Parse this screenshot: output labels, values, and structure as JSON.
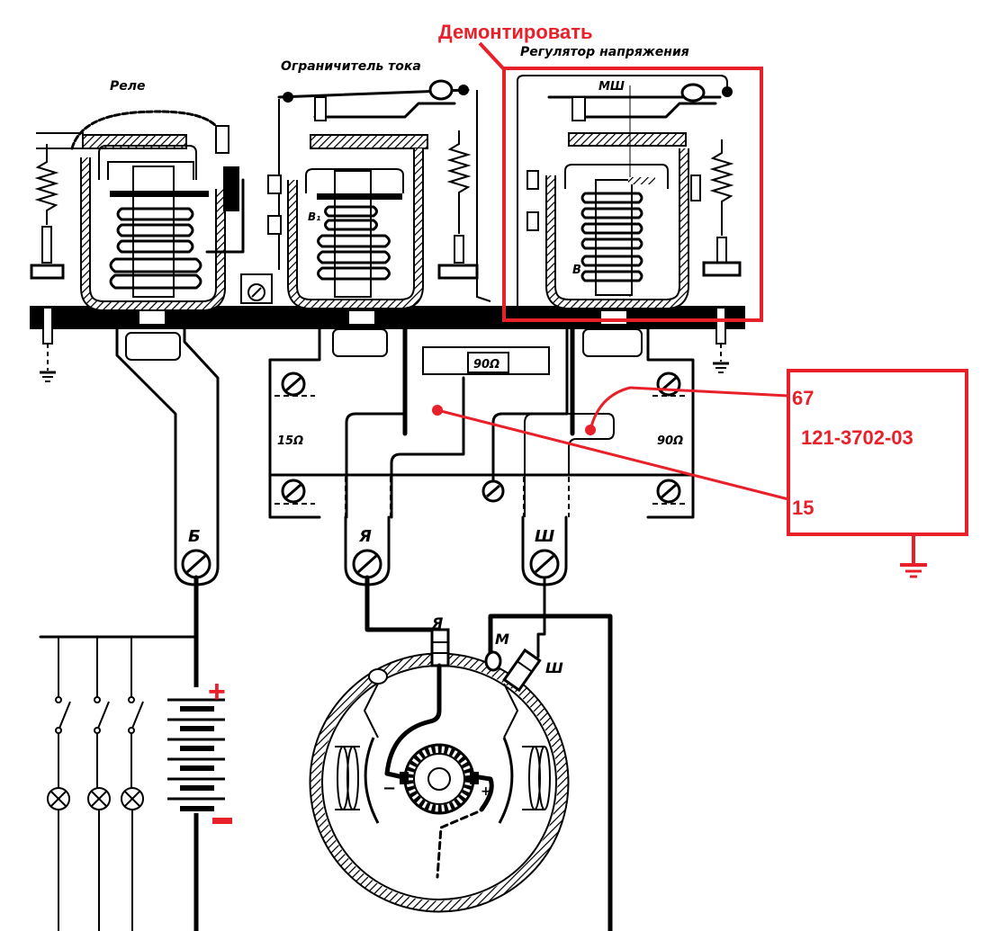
{
  "annotations": {
    "remove_label": "Демонтировать",
    "regulator_module": {
      "part_number": "121-3702-03",
      "pin_top": "67",
      "pin_bottom": "15"
    },
    "battery_plus": "+",
    "battery_minus": "−",
    "color": "#e8202a"
  },
  "components": {
    "relay_label": "Реле",
    "current_limiter_label": "Ограничитель тока",
    "voltage_regulator_label": "Регулятор напряжения",
    "regulator_contact_label": "МШ",
    "regulator_coil_label": "В",
    "limiter_coil_label": "В₁"
  },
  "resistors": {
    "left": "15Ω",
    "top": "90Ω",
    "right": "90Ω"
  },
  "terminals": {
    "battery": "Б",
    "armature": "Я",
    "shunt": "Ш"
  },
  "generator": {
    "armature_terminal": "Я",
    "ground_terminal": "М",
    "shunt_terminal": "Ш",
    "brush_minus": "−",
    "brush_plus": "+"
  }
}
